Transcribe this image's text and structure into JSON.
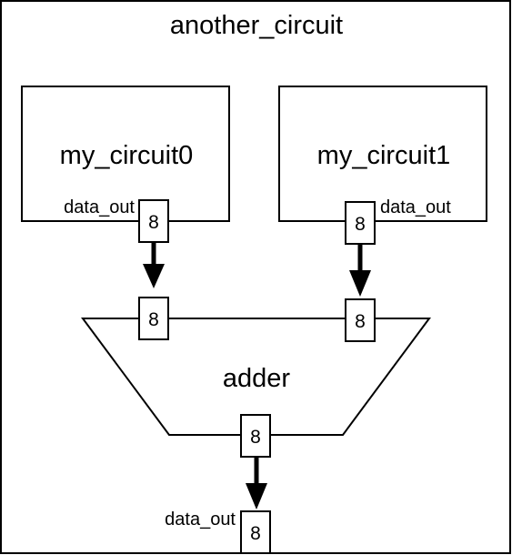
{
  "diagram": {
    "title": "another_circuit",
    "blocks": {
      "circuit0": "my_circuit0",
      "circuit1": "my_circuit1",
      "adder": "adder"
    },
    "ports": {
      "circuit0_out_label": "data_out",
      "circuit0_out_width": "8",
      "circuit1_out_label": "data_out",
      "circuit1_out_width": "8",
      "adder_in0_width": "8",
      "adder_in1_width": "8",
      "adder_out_width": "8",
      "top_out_label": "data_out",
      "top_out_width": "8"
    }
  },
  "colors": {
    "stroke": "#000000",
    "background": "#ffffff"
  }
}
